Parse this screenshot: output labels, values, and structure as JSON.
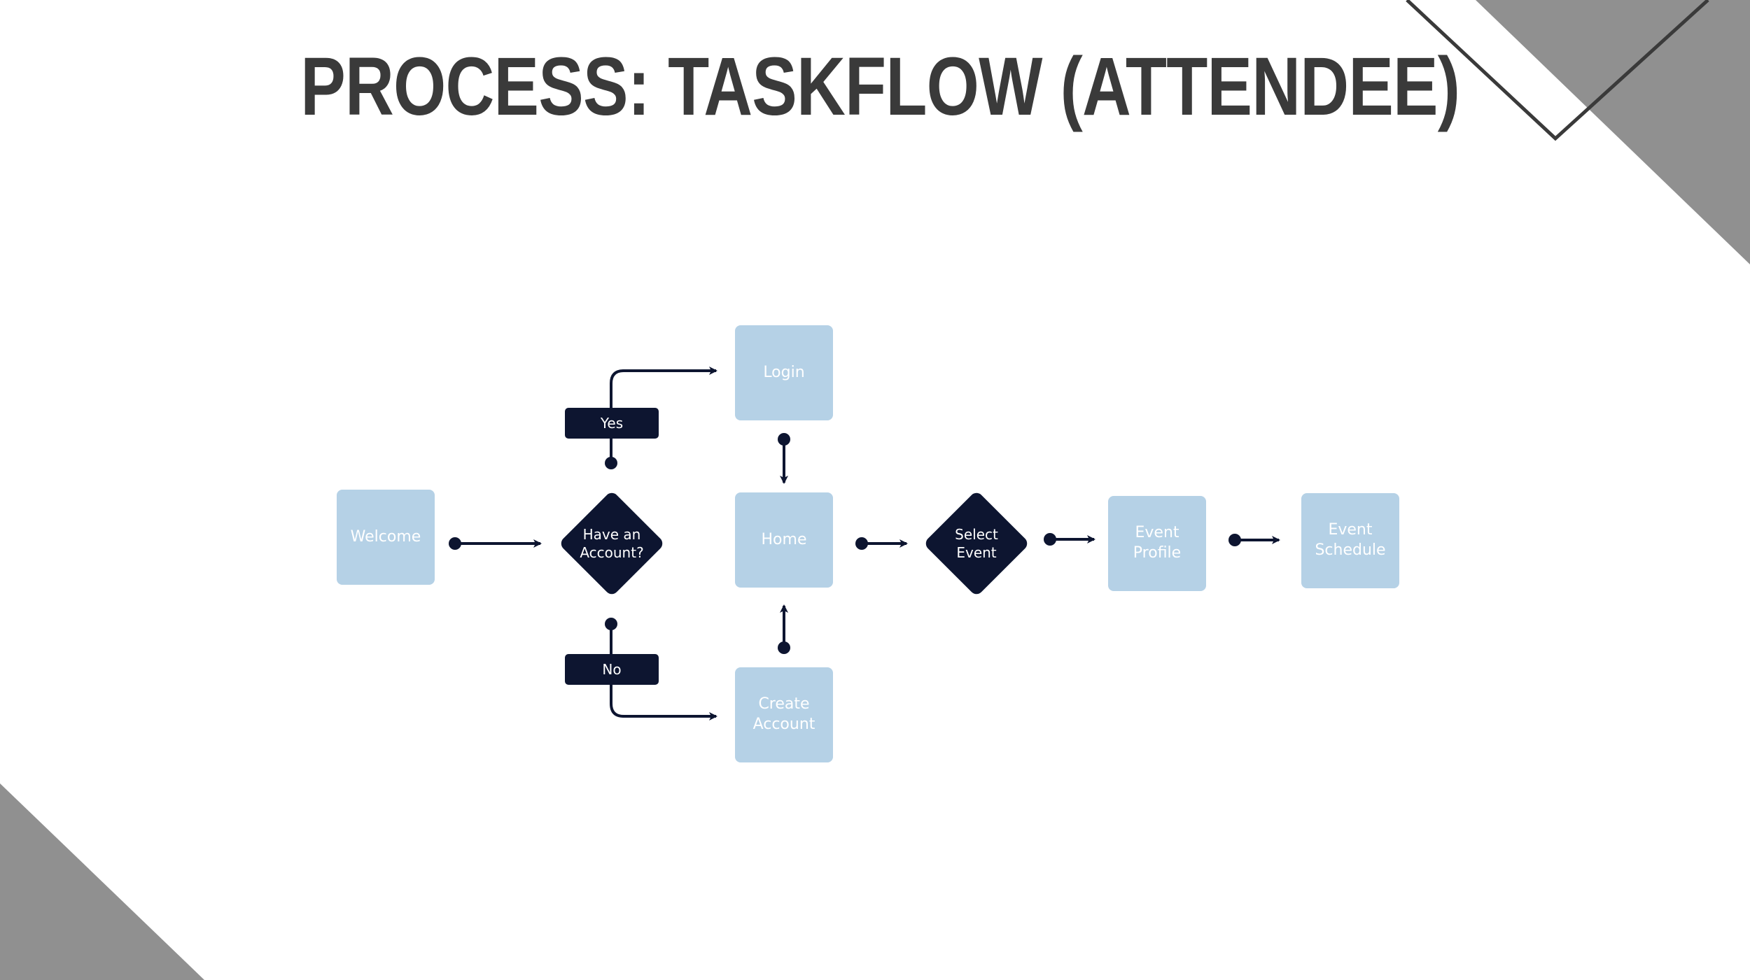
{
  "title": "PROCESS: TASKFLOW (ATTENDEE)",
  "colors": {
    "box_fill": "#b5d1e6",
    "dark": "#0d1530",
    "title": "#3a3a3a",
    "corner": "#909090"
  },
  "nodes": {
    "welcome": "Welcome",
    "have_account": "Have an\nAccount?",
    "login": "Login",
    "home": "Home",
    "create_account": "Create\nAccount",
    "select_event": "Select\nEvent",
    "event_profile": "Event\nProfile",
    "event_schedule": "Event\nSchedule"
  },
  "branches": {
    "yes": "Yes",
    "no": "No"
  }
}
